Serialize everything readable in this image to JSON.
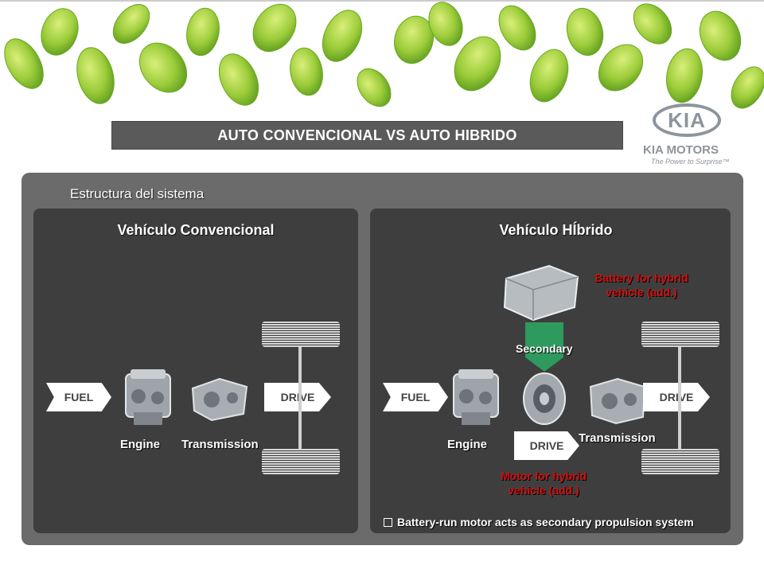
{
  "header": {
    "title": "AUTO CONVENCIONAL VS AUTO HIBRIDO"
  },
  "logo": {
    "mark": "KIA",
    "brand": "KIA MOTORS",
    "tagline": "The Power to Surprise™"
  },
  "section": {
    "subtitle": "Estructura del sistema"
  },
  "conventional": {
    "title": "Vehículo Convencional",
    "fuel": "FUEL",
    "drive": "DRIVE",
    "engine": "Engine",
    "transmission": "Transmission"
  },
  "hybrid": {
    "title": "Vehículo HÍbrido",
    "fuel": "FUEL",
    "drive": "DRIVE",
    "engine": "Engine",
    "transmission": "Transmission",
    "motor_drive": "DRIVE",
    "secondary": "Secondary",
    "battery_line1": "Battery for hybrid",
    "battery_line2": "vehicle (add.)",
    "motor_line1": "Motor for hybrid",
    "motor_line2": "vehicle  (add.)"
  },
  "note": {
    "text": "Battery-run motor acts as secondary propulsion system"
  },
  "colors": {
    "leaf": "#8cc63f",
    "panel": "#3e3e3e",
    "outer": "#6b6b6b",
    "secondary_arrow": "#2e9a5e",
    "highlight": "#d01010"
  }
}
